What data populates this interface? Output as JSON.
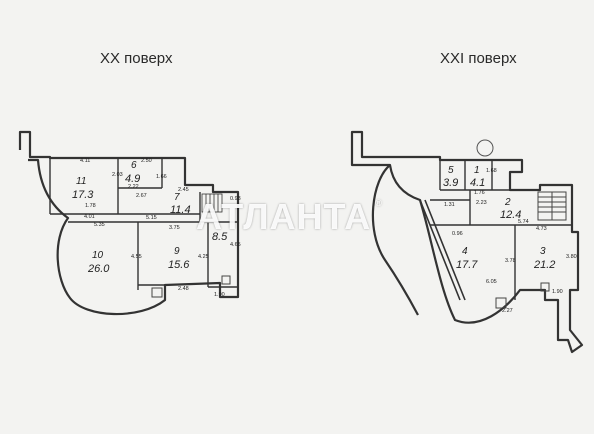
{
  "floors": [
    {
      "title": "XX поверх",
      "rooms": [
        {
          "number": "11",
          "area": "17.3"
        },
        {
          "number": "6",
          "area": "4.9"
        },
        {
          "number": "7",
          "area": "11.4"
        },
        {
          "number": "8",
          "area": "8.5"
        },
        {
          "number": "9",
          "area": "15.6"
        },
        {
          "number": "10",
          "area": "26.0"
        }
      ],
      "dimensions": [
        "4.11",
        "2.50",
        "2.03",
        "1.66",
        "2.22",
        "2.45",
        "2.67",
        "0.93",
        "1.78",
        "4.01",
        "5.35",
        "5.15",
        "3.75",
        "4.55",
        "4.25",
        "4.65",
        "2.48",
        "1.90"
      ]
    },
    {
      "title": "XXI поверх",
      "rooms": [
        {
          "number": "5",
          "area": "3.9"
        },
        {
          "number": "1",
          "area": "4.1"
        },
        {
          "number": "2",
          "area": "12.4"
        },
        {
          "number": "4",
          "area": "17.7"
        },
        {
          "number": "3",
          "area": "21.2"
        }
      ],
      "dimensions": [
        "1.68",
        "1.76",
        "1.31",
        "2.23",
        "0.96",
        "4.73",
        "5.74",
        "3.78",
        "3.80",
        "6.05",
        "2.27",
        "1.90"
      ]
    }
  ],
  "watermark": {
    "text": "АТЛАНТА",
    "mark": "®"
  }
}
